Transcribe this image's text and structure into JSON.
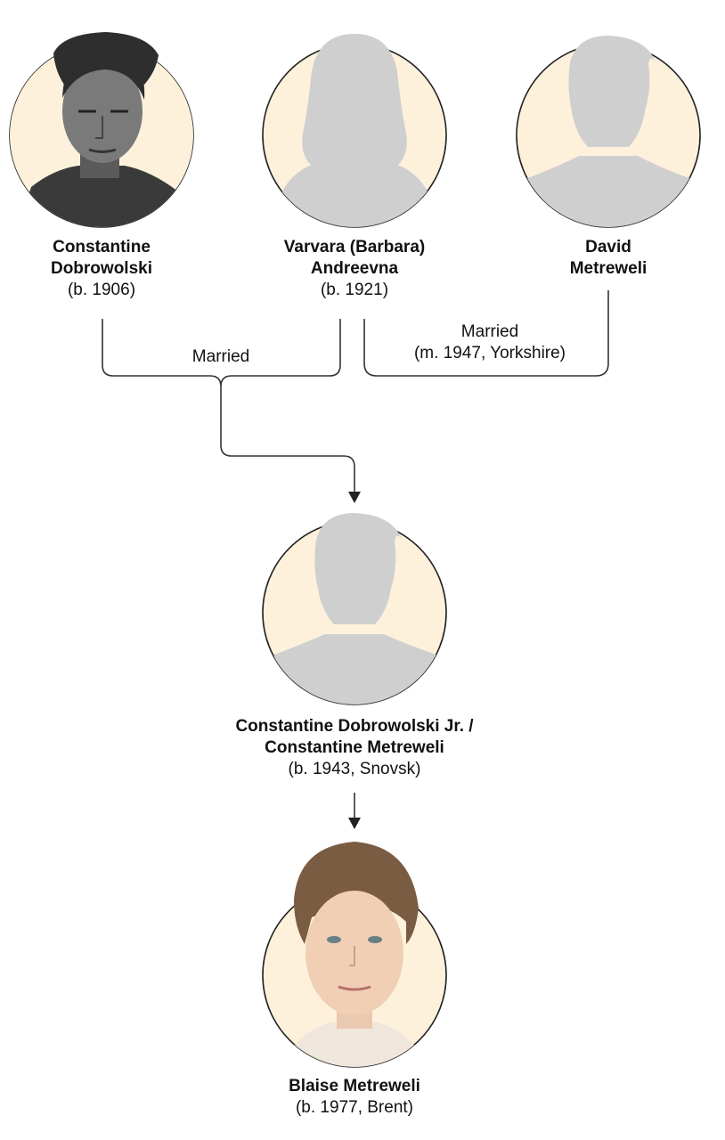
{
  "people": {
    "constantine_sr": {
      "name_1": "Constantine",
      "name_2": "Dobrowolski",
      "born": "(b. 1906)"
    },
    "varvara": {
      "name_1": "Varvara (Barbara)",
      "name_2": "Andreevna",
      "born": "(b. 1921)"
    },
    "david": {
      "name_1": "David",
      "name_2": "Metreweli"
    },
    "constantine_jr": {
      "name_1": "Constantine Dobrowolski Jr. /",
      "name_2": "Constantine Metreweli",
      "born": "(b. 1943, Snovsk)"
    },
    "blaise": {
      "name_1": "Blaise Metreweli",
      "born": "(b. 1977, Brent)"
    }
  },
  "relations": {
    "marriage_1": {
      "label": "Married"
    },
    "marriage_2": {
      "label_1": "Married",
      "label_2": "(m. 1947, Yorkshire)"
    }
  },
  "colors": {
    "portrait_bg": "#fdf1dc",
    "silhouette": "#cfcfcf",
    "outline": "#222222",
    "connector": "#333333"
  },
  "icons": {
    "constantine_sr": "male-photo-portrait",
    "varvara": "female-silhouette-icon",
    "david": "male-silhouette-icon",
    "constantine_jr": "male-silhouette-icon",
    "blaise": "female-photo-portrait"
  }
}
